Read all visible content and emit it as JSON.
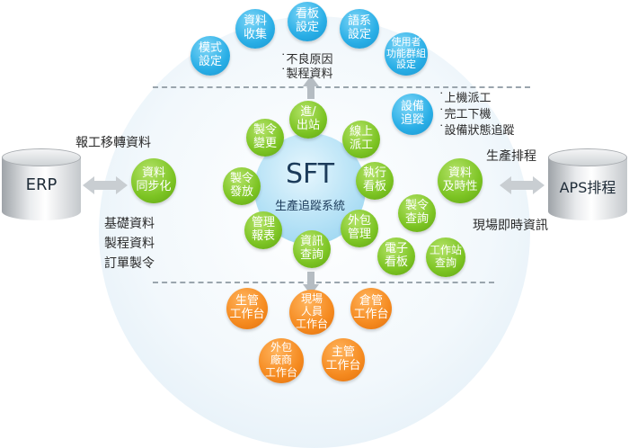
{
  "erp": {
    "label": "ERP"
  },
  "aps": {
    "label": "APS排程"
  },
  "left_text": {
    "top": "報工移轉資料",
    "bottom": [
      "基礎資料",
      "製程資料",
      "訂單製令"
    ]
  },
  "right_text": {
    "top": "生產排程",
    "bottom": "現場即時資訊"
  },
  "center": {
    "title": "SFT",
    "subtitle": "生產追蹤系統"
  },
  "left_green": "資料\n同步化",
  "right_green": "資料\n及時性",
  "top_notes": [
    "˙不良原因",
    "˙製程資料"
  ],
  "right_notes": [
    "˙上機派工",
    "˙完工下機",
    "˙設備狀態追蹤"
  ],
  "blue_nodes": [
    {
      "id": "mode",
      "label": "模式\n設定"
    },
    {
      "id": "data",
      "label": "資料\n收集"
    },
    {
      "id": "board",
      "label": "看板\n設定"
    },
    {
      "id": "lang",
      "label": "語系\n設定"
    },
    {
      "id": "user",
      "label": "使用者\n功能群組\n設定"
    },
    {
      "id": "equip",
      "label": "設備\n追蹤"
    }
  ],
  "ring_nodes": [
    {
      "id": "inout",
      "label": "進/\n出站"
    },
    {
      "id": "line",
      "label": "線上\n派工"
    },
    {
      "id": "exec",
      "label": "執行\n看板"
    },
    {
      "id": "outsrc",
      "label": "外包\n管理"
    },
    {
      "id": "query",
      "label": "資訊\n查詢"
    },
    {
      "id": "mgmt",
      "label": "管理\n報表"
    },
    {
      "id": "issue",
      "label": "製令\n發放"
    },
    {
      "id": "change",
      "label": "製令\n變更"
    }
  ],
  "outer_green": [
    {
      "id": "mo_query",
      "label": "製令\n查詢"
    },
    {
      "id": "ebboard",
      "label": "電子\n看板"
    },
    {
      "id": "ws_query",
      "label": "工作站\n查詢"
    }
  ],
  "orange_nodes": [
    {
      "id": "prod_ws",
      "label": "生管\n工作台"
    },
    {
      "id": "field_ws",
      "label": "現場\n人員\n工作台"
    },
    {
      "id": "warehouse_ws",
      "label": "倉管\n工作台"
    },
    {
      "id": "vendor_ws",
      "label": "外包\n廠商\n工作台"
    },
    {
      "id": "supervisor_ws",
      "label": "主管\n工作台"
    }
  ]
}
